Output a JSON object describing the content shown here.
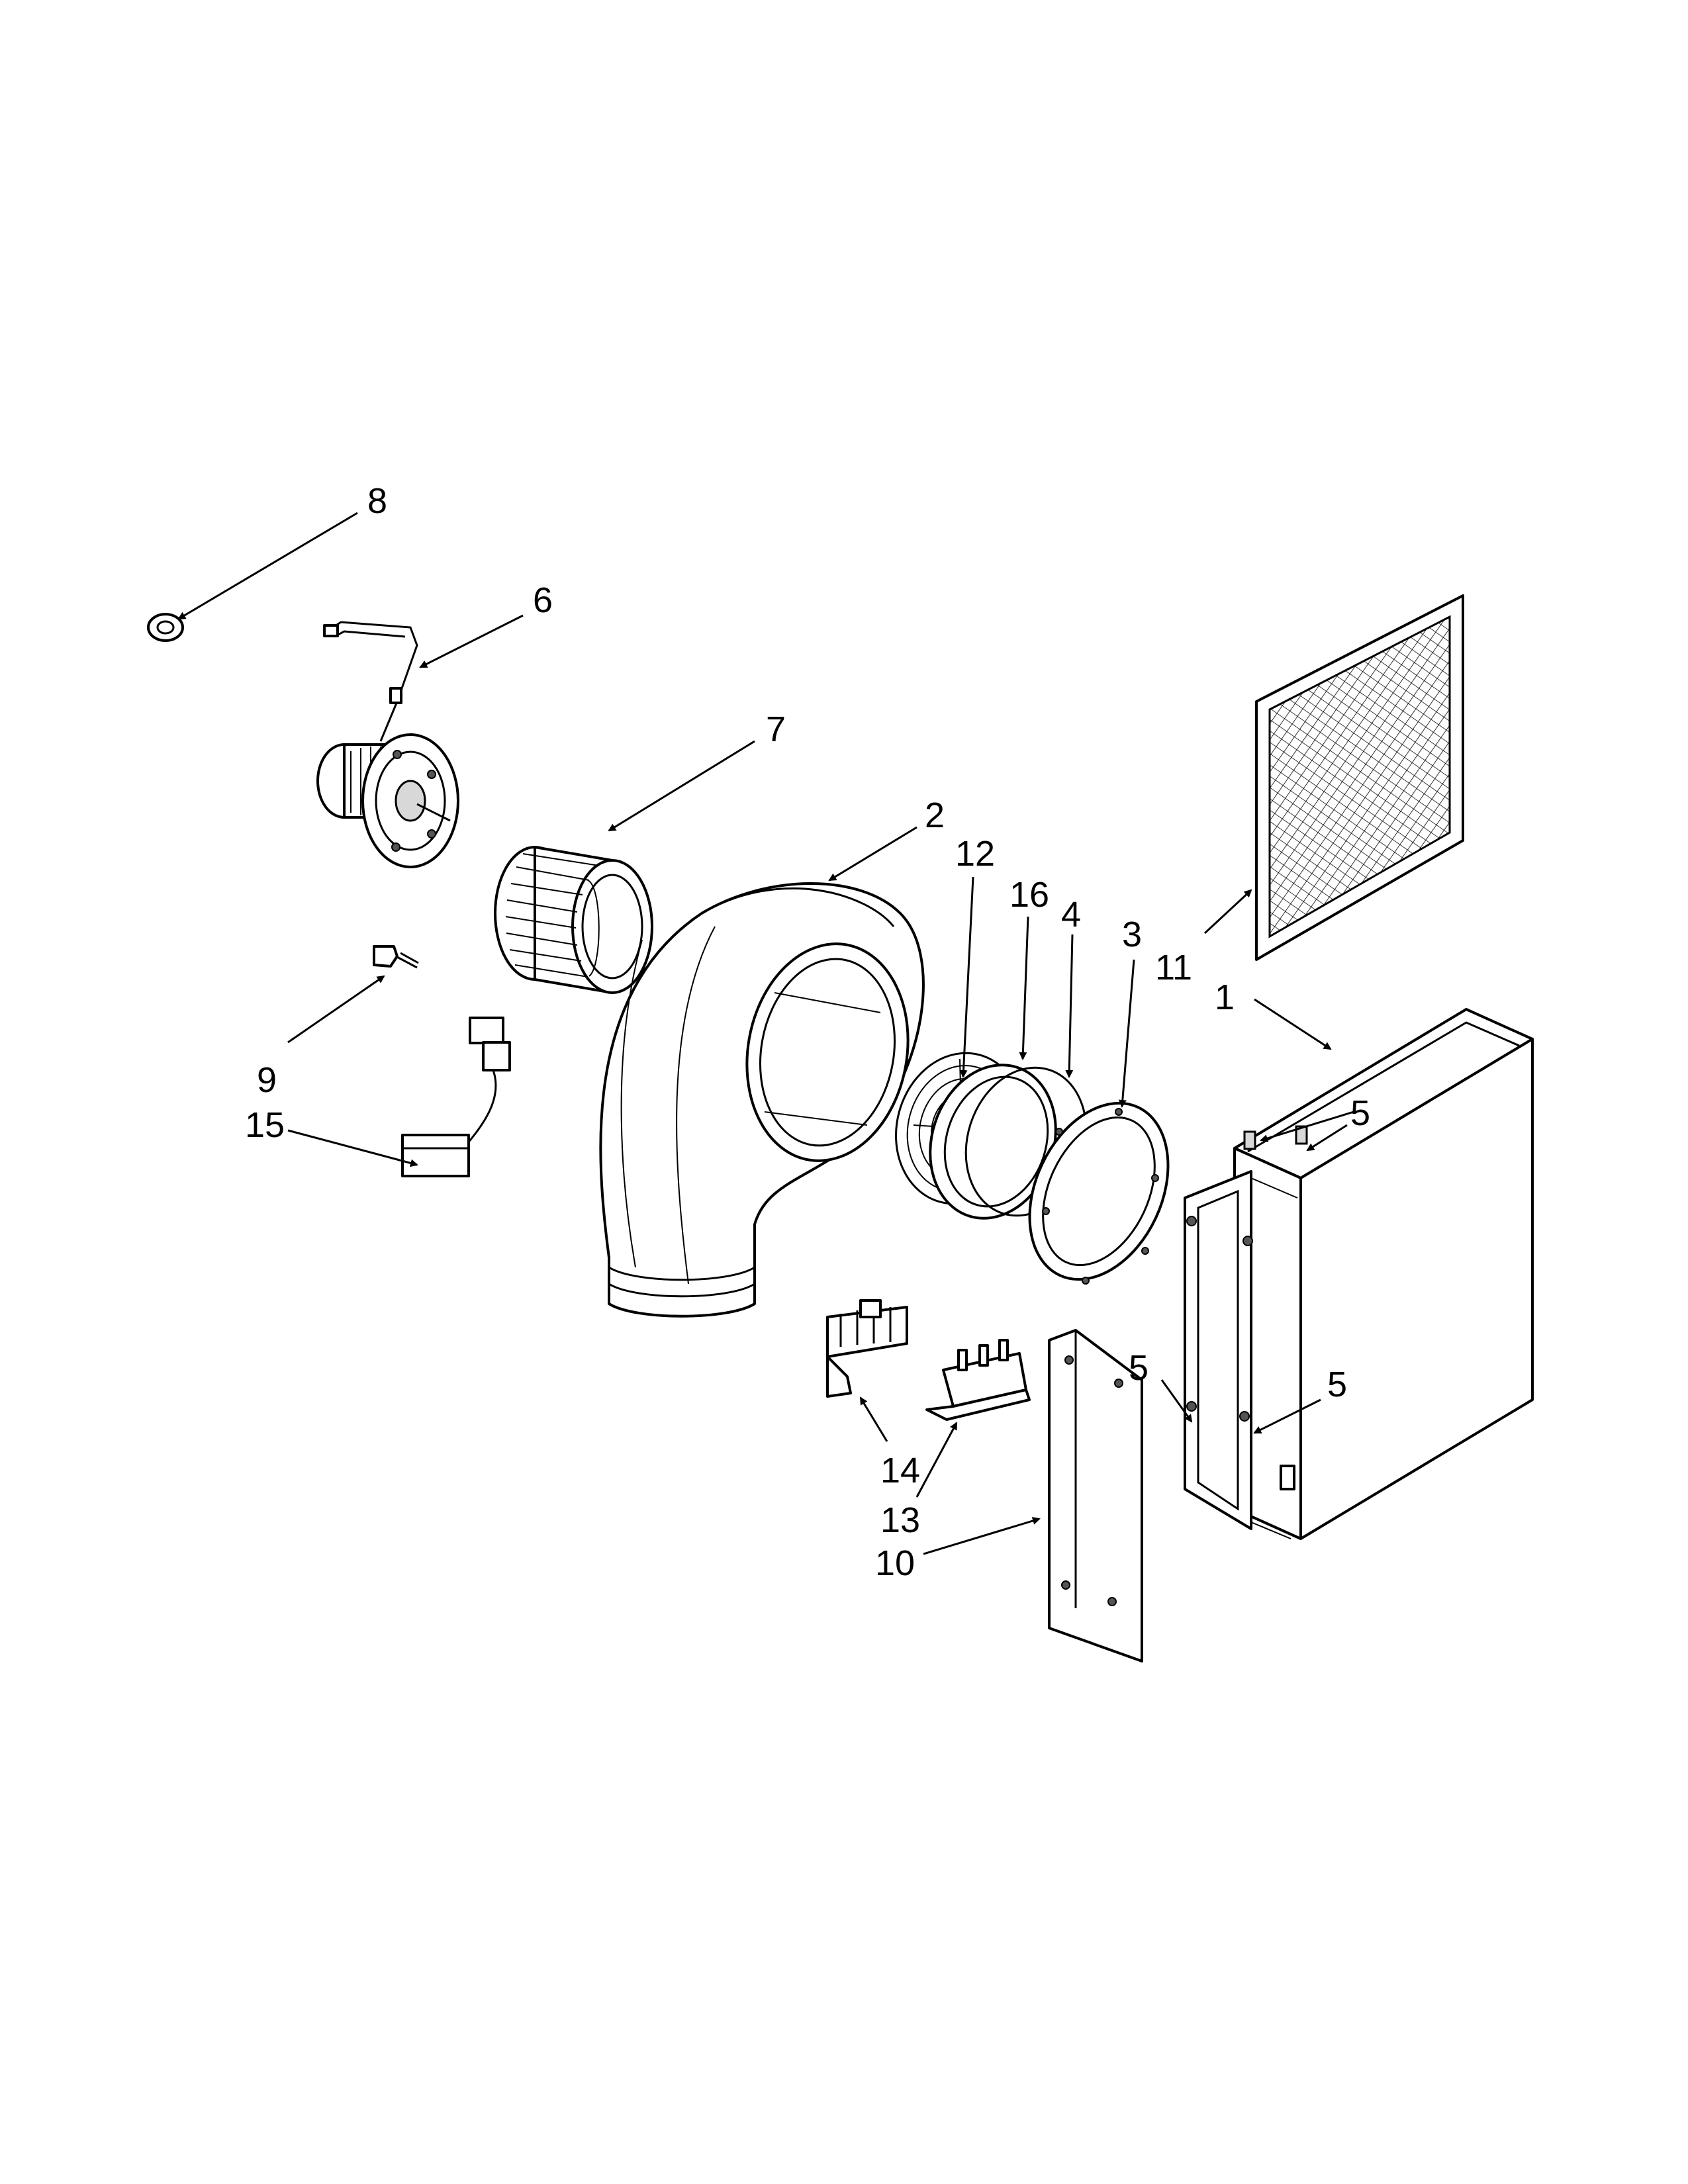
{
  "callouts": [
    {
      "id": "8",
      "label": "8"
    },
    {
      "id": "6",
      "label": "6"
    },
    {
      "id": "7",
      "label": "7"
    },
    {
      "id": "2",
      "label": "2"
    },
    {
      "id": "12",
      "label": "12"
    },
    {
      "id": "16",
      "label": "16"
    },
    {
      "id": "4",
      "label": "4"
    },
    {
      "id": "3",
      "label": "3"
    },
    {
      "id": "11",
      "label": "11"
    },
    {
      "id": "1",
      "label": "1"
    },
    {
      "id": "5a",
      "label": "5"
    },
    {
      "id": "5b",
      "label": "5"
    },
    {
      "id": "5c",
      "label": "5"
    },
    {
      "id": "9",
      "label": "9"
    },
    {
      "id": "15",
      "label": "15"
    },
    {
      "id": "14",
      "label": "14"
    },
    {
      "id": "13",
      "label": "13"
    },
    {
      "id": "10",
      "label": "10"
    }
  ],
  "parts": {
    "motor": "motor-icon",
    "blower_wheel": "blower-wheel-icon",
    "housing": "blower-housing-icon",
    "grille": "mesh-grille-icon",
    "box": "housing-box-icon"
  }
}
